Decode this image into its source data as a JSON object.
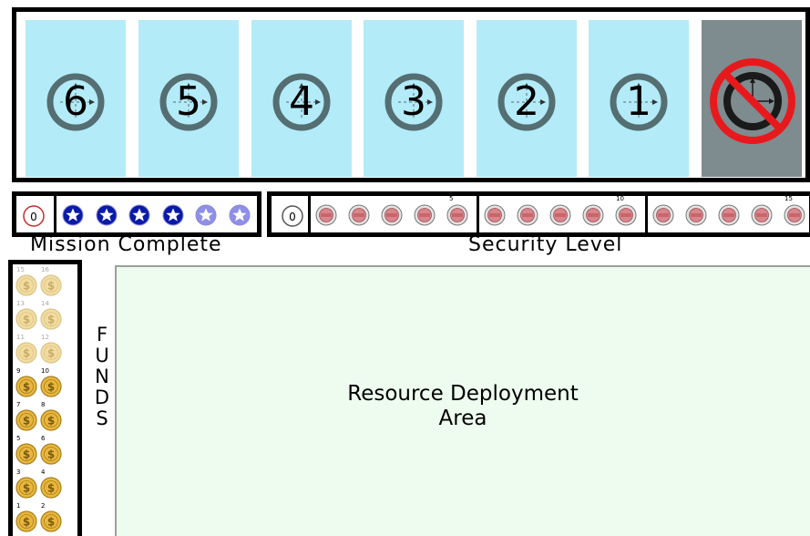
{
  "timer": {
    "cards": [
      {
        "number": "6",
        "status": "available"
      },
      {
        "number": "5",
        "status": "available"
      },
      {
        "number": "4",
        "status": "available"
      },
      {
        "number": "3",
        "status": "available"
      },
      {
        "number": "2",
        "status": "available"
      },
      {
        "number": "1",
        "status": "available"
      },
      {
        "number": "",
        "status": "blocked"
      }
    ]
  },
  "mission": {
    "label": "Mission Complete",
    "start_value": "0",
    "stars_total": 6,
    "stars_filled": 4
  },
  "security": {
    "label": "Security Level",
    "start_value": "0",
    "markers": 15,
    "tick_labels": [
      "5",
      "10",
      "15"
    ]
  },
  "funds": {
    "letters": [
      "F",
      "U",
      "N",
      "D",
      "S"
    ],
    "coin_numbers": [
      "15",
      "16",
      "13",
      "14",
      "11",
      "12",
      "9",
      "10",
      "7",
      "8",
      "5",
      "6",
      "3",
      "4",
      "1",
      "2"
    ],
    "available": 10
  },
  "resource_area": {
    "line1": "Resource Deployment",
    "line2": "Area"
  },
  "colors": {
    "card_bg": "#b3ebf8",
    "blocked_card_bg": "#7e8b8f",
    "clock_ring": "#546e72",
    "no_sign": "#e8191d",
    "star_filled": "#0a1aa8",
    "star_faded": "#8f8fe6",
    "coin": "#e9b73c",
    "coin_faded": "#f2dca0",
    "area_bg": "#eefbef"
  }
}
